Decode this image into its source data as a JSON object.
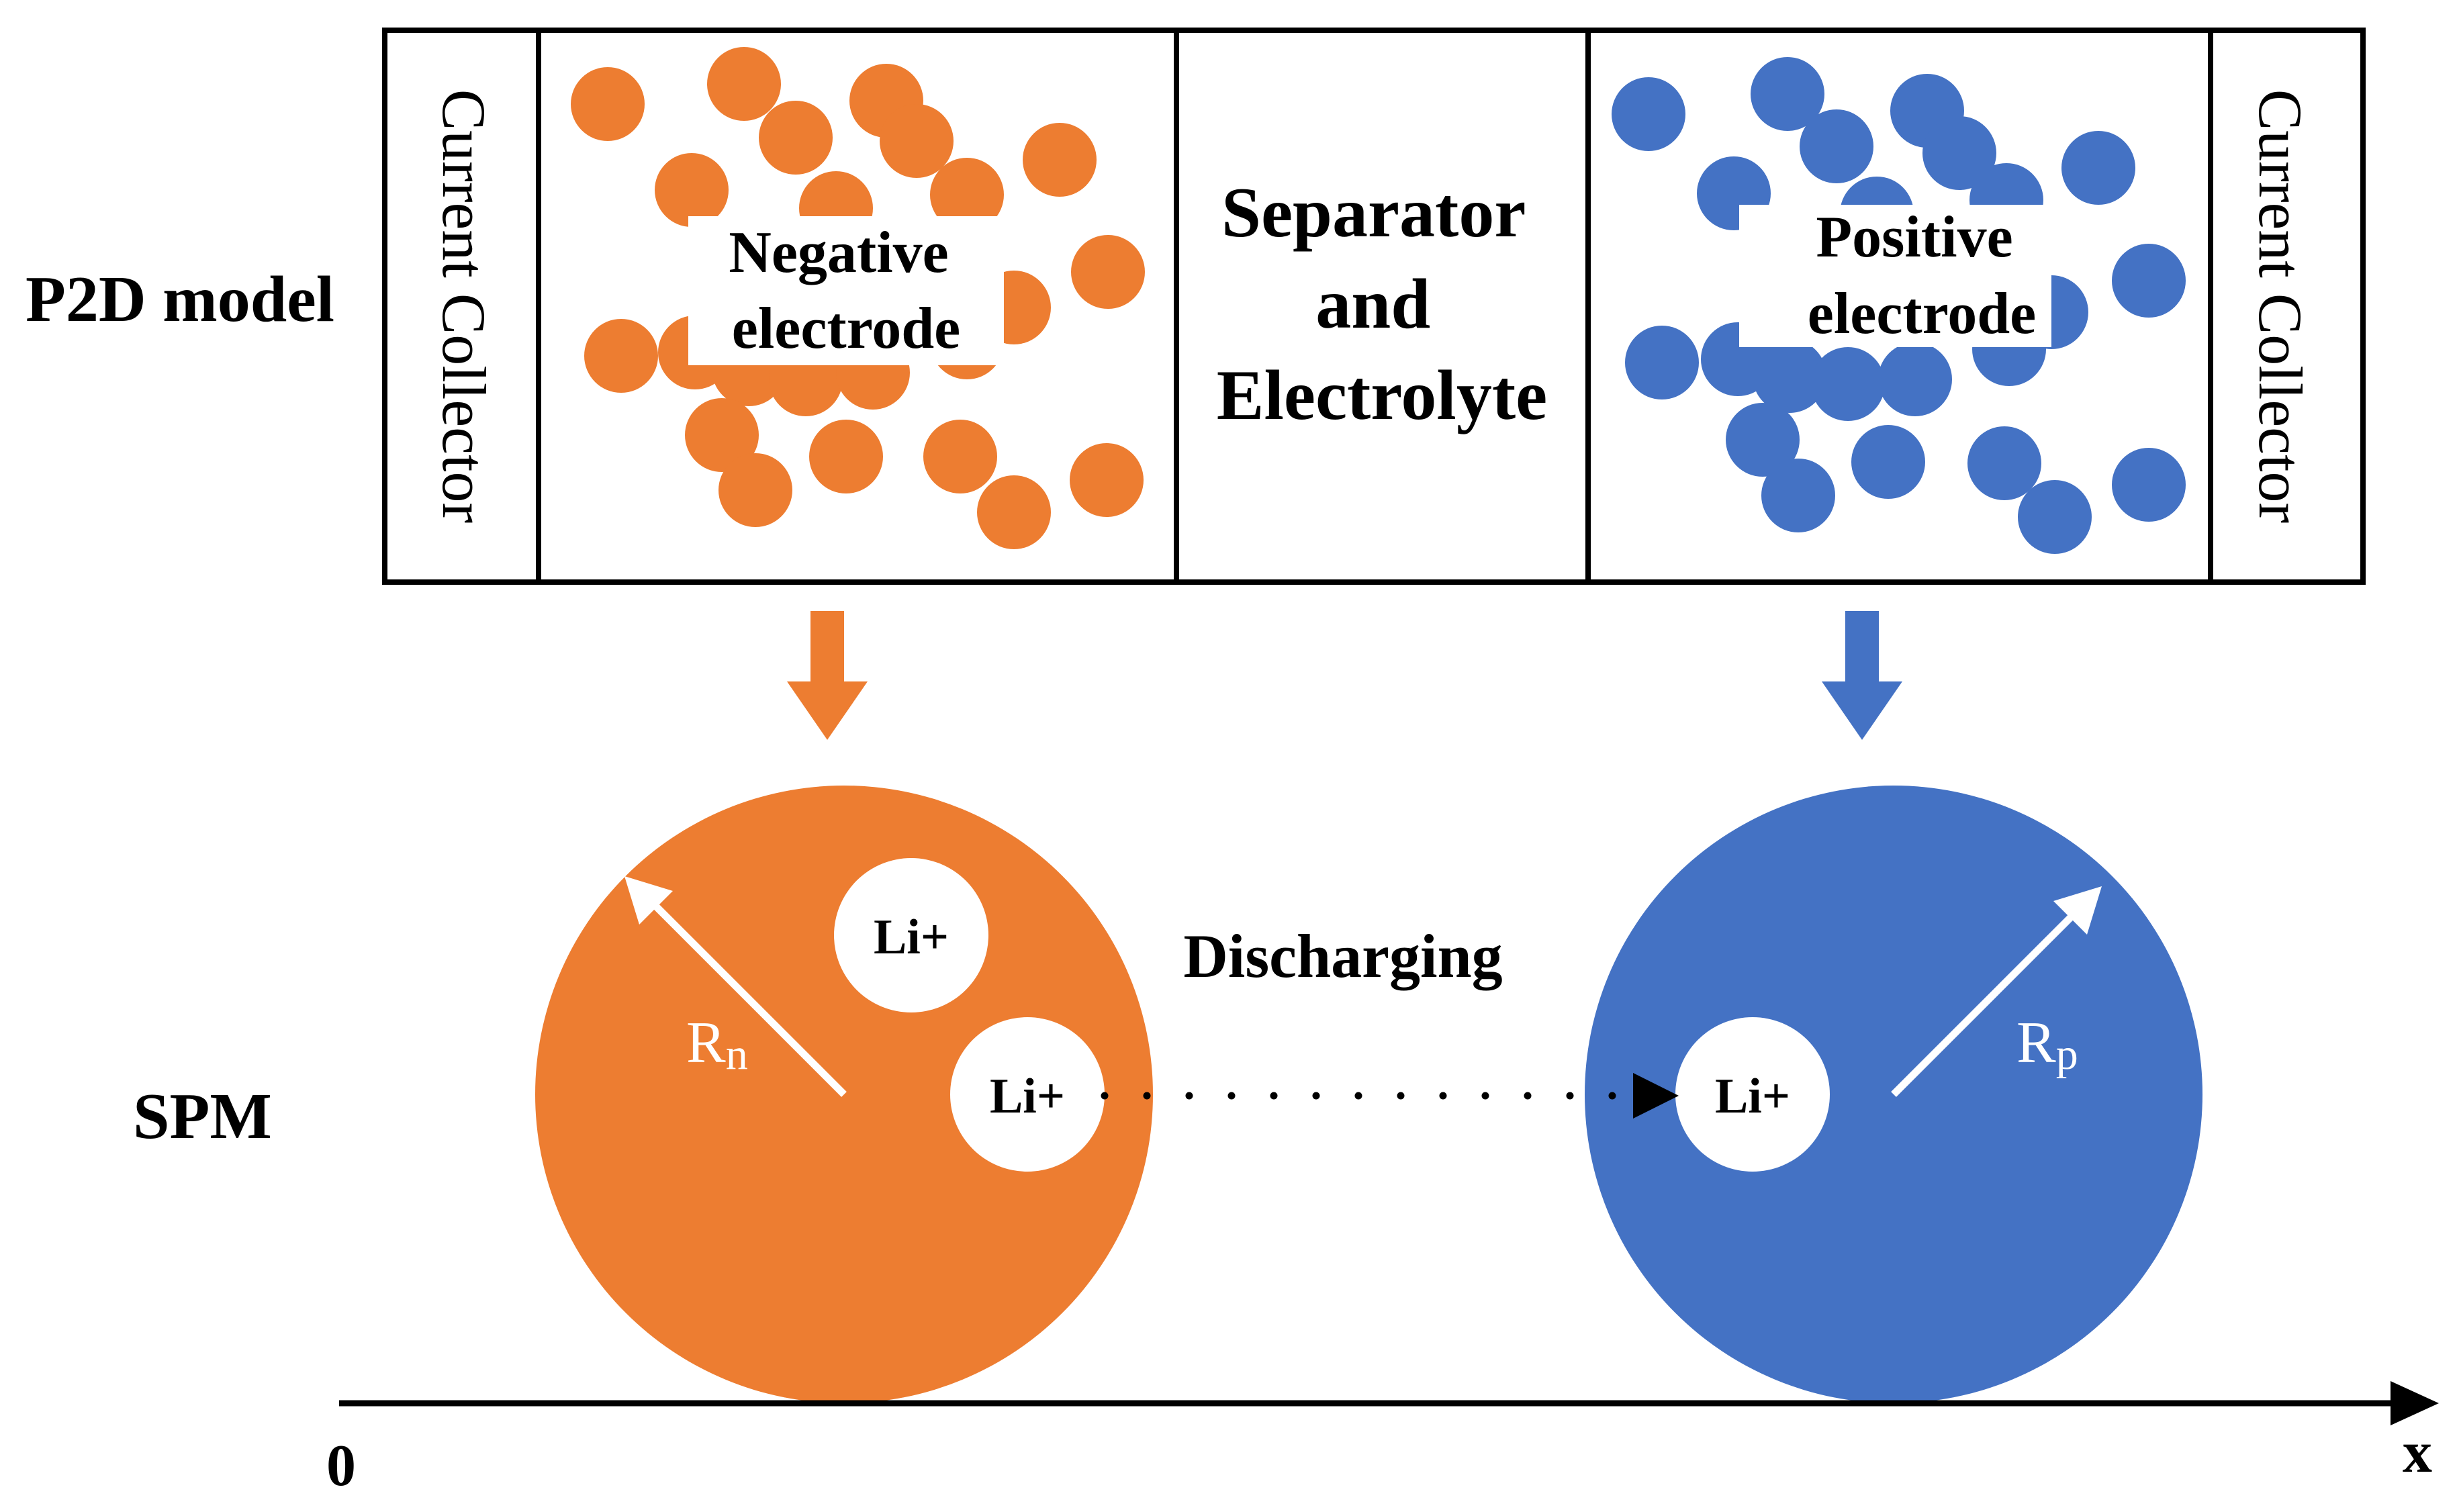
{
  "labels": {
    "p2d_model": "P2D model",
    "spm": "SPM",
    "current_collector_left": "Current Collector",
    "current_collector_right": "Current Collector",
    "negative_electrode_line1": "Negative",
    "negative_electrode_line2": "electrode",
    "separator_line1": "Separator",
    "separator_line2": "and",
    "separator_line3": "Electrolyte",
    "positive_electrode_line1": "Positive",
    "positive_electrode_line2": "electrode",
    "discharging": "Discharging",
    "li_ion_1": "Li+",
    "li_ion_2": "Li+",
    "li_ion_3": "Li+",
    "radius_negative_main": "R",
    "radius_negative_sub": "n",
    "radius_positive_main": "R",
    "radius_positive_sub": "p",
    "axis_origin": "0",
    "axis_x": "x"
  },
  "colors": {
    "negative": "#ED7D31",
    "positive": "#4472C4",
    "outline": "#000000",
    "background": "#ffffff"
  }
}
